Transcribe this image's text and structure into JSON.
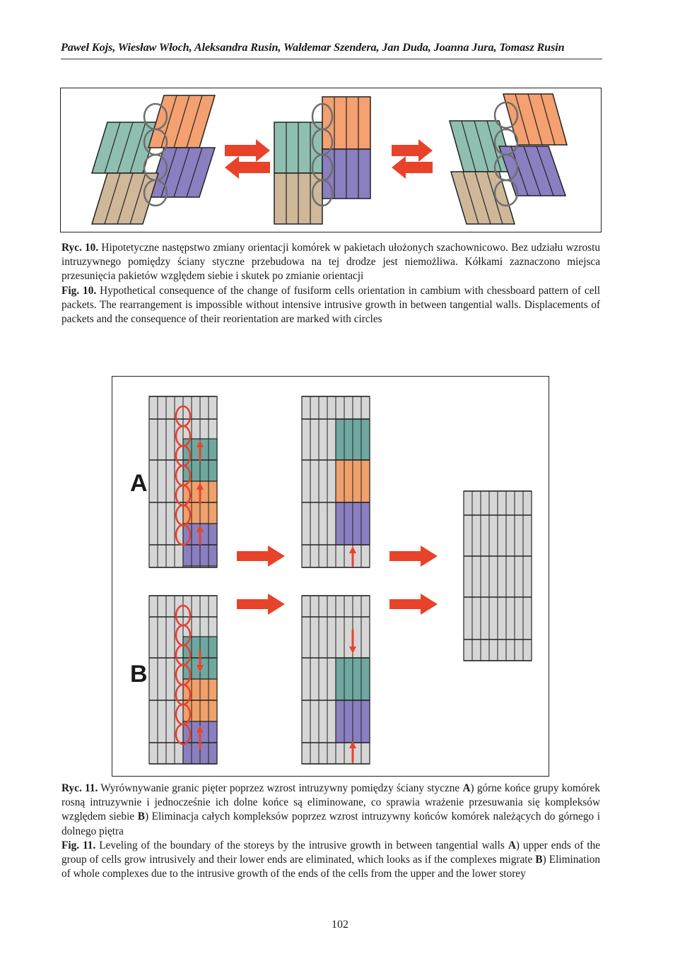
{
  "header": {
    "authors": "Paweł Kojs, Wiesław Włoch, Aleksandra Rusin, Waldemar Szendera, Jan Duda, Joanna Jura, Tomasz Rusin"
  },
  "figure10": {
    "colors": {
      "green": "#8fbfb1",
      "orange": "#f4a070",
      "purple": "#8a7fc0",
      "tan": "#cfb79a",
      "circle": "#6e6e6e",
      "arrow": "#e8432a"
    }
  },
  "figure11": {
    "label_a": "A",
    "label_b": "B",
    "colors": {
      "gray": "#d6d6d6",
      "green": "#6fa8a0",
      "orange": "#f0a06a",
      "purple": "#8a7fc0",
      "circle": "#e8402e",
      "arrow": "#e8432a"
    }
  },
  "caption10": {
    "pl_label": "Ryc. 10.",
    "pl_text": " Hipotetyczne następstwo zmiany orientacji komórek w pakietach ułożonych szachownicowo. Bez udziału wzrostu intruzywnego pomiędzy ściany styczne przebudowa na tej drodze jest niemożliwa. Kółkami zaznaczono miejsca przesunięcia pakietów względem siebie i skutek po zmianie orientacji",
    "en_label": "Fig. 10.",
    "en_text": " Hypothetical consequence of the change of fusiform cells orientation in cambium with chessboard pattern of cell packets. The rearrangement is impossible without intensive intrusive growth in between tangential walls. Displacements of packets and the consequence of their reorientation are marked with circles"
  },
  "caption11": {
    "pl_label": "Ryc. 11.",
    "pl_t1": " Wyrównywanie granic pięter poprzez wzrost intruzywny pomiędzy ściany styczne ",
    "pl_a": "A",
    "pl_t2": ") górne końce grupy komórek rosną intruzywnie i jednocześnie ich dolne końce są eliminowane, co sprawia wrażenie przesuwania się kompleksów względem siebie ",
    "pl_b": "B",
    "pl_t3": ") Eliminacja całych kompleksów poprzez wzrost intruzywny końców komórek należących do górnego i dolnego piętra",
    "en_label": "Fig. 11.",
    "en_t1": " Leveling of the boundary of the storeys by the intrusive growth in between tangential walls ",
    "en_a": "A",
    "en_t2": ") upper ends of the group of cells grow intrusively and their lower ends are eliminated, which looks as if the complexes migrate ",
    "en_b": "B",
    "en_t3": ") Elimination of whole complexes due to the intrusive growth of the ends of the cells from the upper and the lower storey"
  },
  "page_number": "102"
}
